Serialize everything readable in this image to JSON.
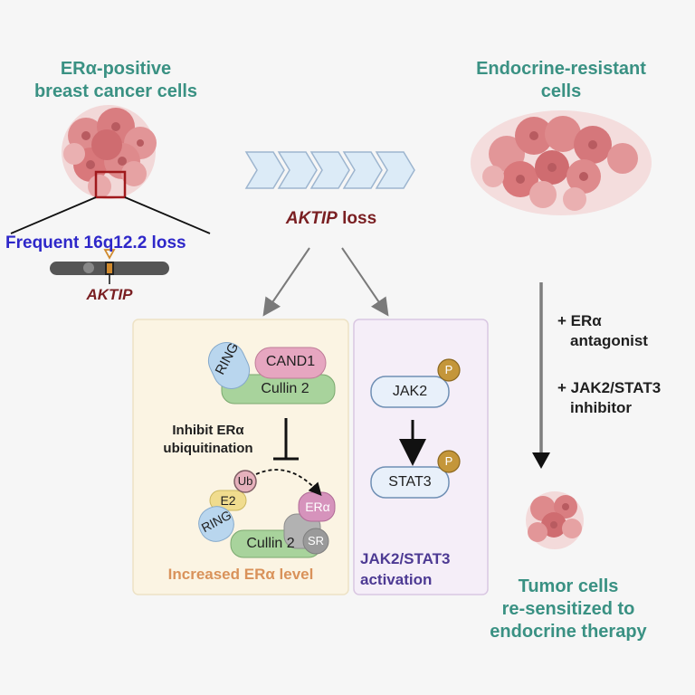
{
  "top_left": {
    "title_line1": "ERα-positive",
    "title_line2": "breast cancer cells",
    "loss_label": "Frequent 16q12.2 loss",
    "gene_label": "AKTIP"
  },
  "top_right": {
    "title_line1": "Endocrine-resistant",
    "title_line2": "cells"
  },
  "middle": {
    "loss_gene": "AKTIP",
    "loss_word": "loss"
  },
  "left_box": {
    "ring": "RING",
    "cand1": "CAND1",
    "cullin_top": "Cullin 2",
    "inhibit_line1": "Inhibit ERα",
    "inhibit_line2": "ubiquitination",
    "ub": "Ub",
    "e2": "E2",
    "ring2": "RING",
    "er_alpha": "ERα",
    "sr": "SR",
    "cullin_bottom": "Cullin 2",
    "caption": "Increased ERα level"
  },
  "right_box": {
    "jak2": "JAK2",
    "stat3": "STAT3",
    "p": "P",
    "caption_line1": "JAK2/STAT3",
    "caption_line2": "activation"
  },
  "treatment": {
    "line1": "+ ERα",
    "line2": "antagonist",
    "line3": "+ JAK2/STAT3",
    "line4": "inhibitor"
  },
  "bottom_right": {
    "line1": "Tumor cells",
    "line2": "re-sensitized to",
    "line3": "endocrine therapy"
  },
  "colors": {
    "teal": "#3a9183",
    "blue_label": "#2e27c9",
    "maroon": "#7a1f22",
    "orange_caption": "#d9925a",
    "purple_caption": "#4d3a93",
    "left_box_bg": "#fbf4e3",
    "right_box_bg": "#f5eef8"
  }
}
